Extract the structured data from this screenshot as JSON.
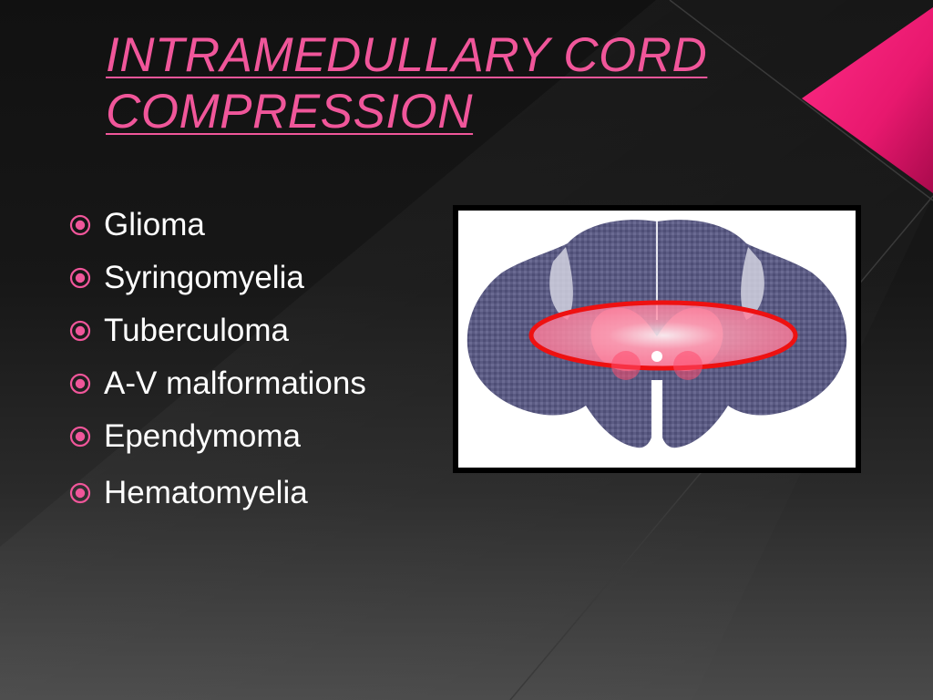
{
  "slide": {
    "title_lines": [
      "INTRAMEDULLARY CORD",
      "COMPRESSION"
    ],
    "bullets": [
      "Glioma",
      "Syringomyelia",
      "Tuberculoma",
      "A-V malformations",
      "Ependymoma",
      "Hematomyelia"
    ],
    "bullet_icon": "circle-dot-icon",
    "figure": {
      "subject": "spinal-cord-cross-section-image",
      "highlight": "red-ellipse-highlight"
    }
  },
  "colors": {
    "title": "#f0569a",
    "accent_triangle": "#e8186e",
    "bullet_icon": "#f0569a",
    "text": "#ffffff",
    "highlight": "#ee1111"
  }
}
